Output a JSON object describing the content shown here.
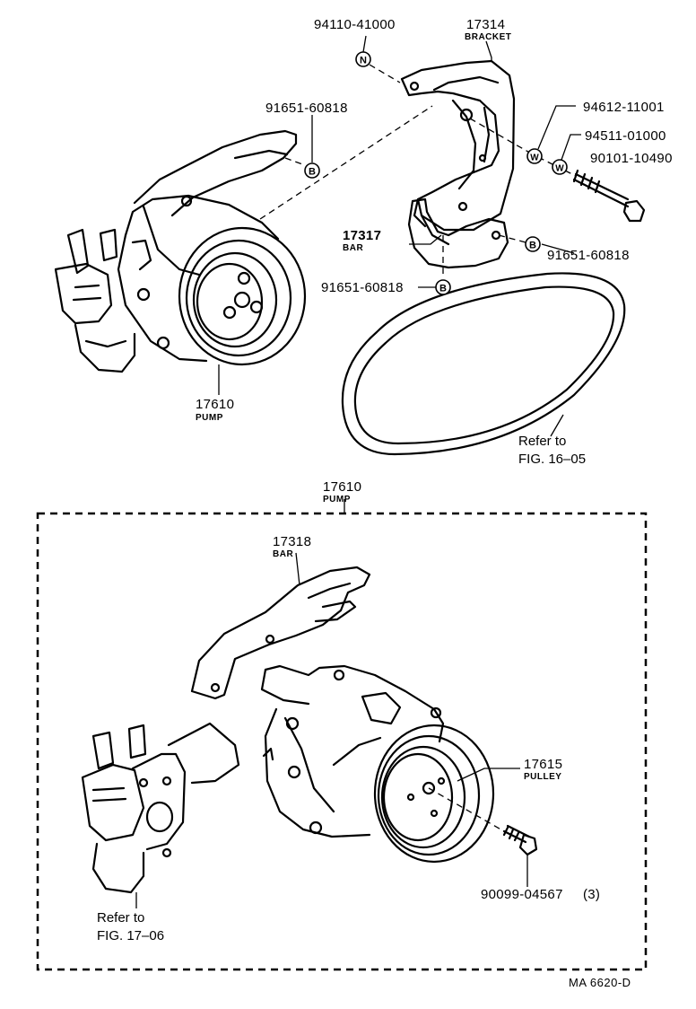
{
  "figure_code": "MA 6620-D",
  "labels": {
    "nut_part": "94110-41000",
    "bracket_part": "17314",
    "bracket_name": "BRACKET",
    "bolt_part_upper": "91651-60818",
    "washer_part_1": "94612-11001",
    "washer_part_2": "94511-01000",
    "bolt_part_long": "90101-10490",
    "bar_part_upper": "17317",
    "bar_name_upper": "BAR",
    "bolt_part_right": "91651-60818",
    "bolt_part_center": "91651-60818",
    "pump_part_top": "17610",
    "pump_name_top": "PUMP",
    "belt_ref_line1": "Refer to",
    "belt_ref_line2": "FIG. 16–05",
    "pump_part_box": "17610",
    "pump_name_box": "PUMP",
    "bar_part_lower": "17318",
    "bar_name_lower": "BAR",
    "pulley_part": "17615",
    "pulley_name": "PULLEY",
    "pulley_bolt_part": "90099-04567",
    "pulley_bolt_qty": "(3)",
    "valve_ref_line1": "Refer to",
    "valve_ref_line2": "FIG. 17–06"
  },
  "markers": {
    "nut": "N",
    "bolt": "B",
    "washer": "W"
  }
}
